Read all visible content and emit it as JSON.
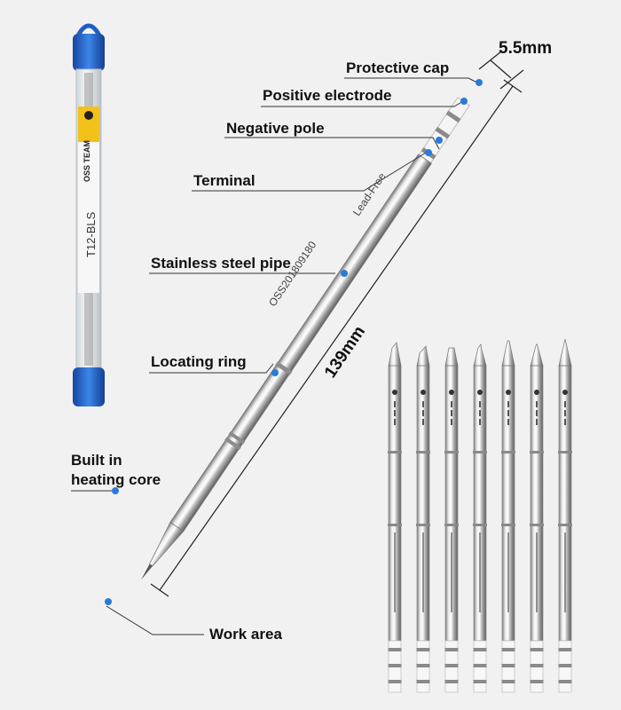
{
  "tube": {
    "brand": "OSS TEAM",
    "model": "T12-BLS"
  },
  "labels": {
    "protective_cap": "Protective cap",
    "positive_electrode": "Positive electrode",
    "negative_pole": "Negative pole",
    "terminal": "Terminal",
    "stainless_steel_pipe": "Stainless steel pipe",
    "locating_ring": "Locating ring",
    "built_in_heating_core": "Built in heating core",
    "work_area": "Work area"
  },
  "dimensions": {
    "diameter": "5.5mm",
    "length": "139mm"
  },
  "tip": {
    "serial": "OSS201809180",
    "marking": "Lead-Free"
  },
  "colors": {
    "accent_blue": "#2a7bd8",
    "background": "#f1f1f1",
    "cap_blue": "#1f5fc4",
    "label_yellow": "#f3c21a"
  },
  "tip_variants_count_label": ""
}
